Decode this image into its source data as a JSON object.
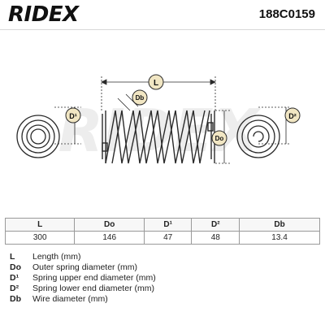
{
  "brand": {
    "logo_text": "RIDEX",
    "part_number": "188C0159"
  },
  "diagram": {
    "watermark_text": "RIDEX",
    "labels": {
      "length": "L",
      "wire_diameter": "Db",
      "upper_end": "D¹",
      "outer_diameter": "Do",
      "lower_end": "D²"
    }
  },
  "table": {
    "headers": [
      "L",
      "Do",
      "D¹",
      "D²",
      "Db"
    ],
    "values": [
      "300",
      "146",
      "47",
      "48",
      "13.4"
    ]
  },
  "legend": [
    {
      "key": "L",
      "desc": "Length (mm)"
    },
    {
      "key": "Do",
      "desc": "Outer spring diameter (mm)"
    },
    {
      "key": "D¹",
      "desc": "Spring upper end diameter (mm)"
    },
    {
      "key": "D²",
      "desc": "Spring lower end diameter (mm)"
    },
    {
      "key": "Db",
      "desc": "Wire diameter (mm)"
    }
  ],
  "colors": {
    "badge": "#f1e6c3",
    "line": "#2a2a2a",
    "watermark": "#ededed"
  }
}
